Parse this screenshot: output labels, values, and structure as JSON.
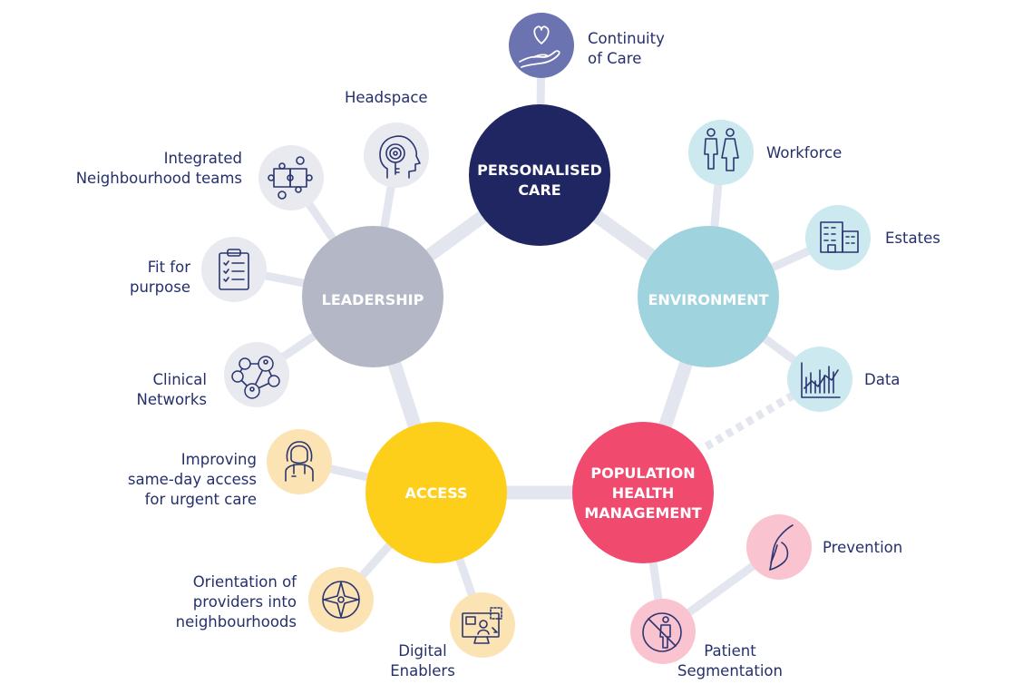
{
  "hubs": {
    "personalised_care": {
      "line1": "PERSONALISED",
      "line2": "CARE",
      "color": "#1f2661"
    },
    "leadership": {
      "label": "LEADERSHIP",
      "color": "#b4b8c6"
    },
    "environment": {
      "label": "ENVIRONMENT",
      "color": "#9fd4df"
    },
    "access": {
      "label": "ACCESS",
      "color": "#fdcf1b"
    },
    "population_health": {
      "line1": "POPULATION",
      "line2": "HEALTH",
      "line3": "MANAGEMENT",
      "color": "#f04a6f"
    }
  },
  "spokes": {
    "continuity_of_care": {
      "label": "Continuity\nof Care",
      "icon": "heart-hand-icon"
    },
    "headspace": {
      "label": "Headspace",
      "icon": "head-key-icon"
    },
    "integrated_teams": {
      "label": "Integrated\nNeighbourhood teams",
      "icon": "puzzle-icon"
    },
    "fit_for_purpose": {
      "label": "Fit for\npurpose",
      "icon": "clipboard-checklist-icon"
    },
    "clinical_networks": {
      "label": "Clinical\nNetworks",
      "icon": "network-people-icon"
    },
    "workforce": {
      "label": "Workforce",
      "icon": "people-icon"
    },
    "estates": {
      "label": "Estates",
      "icon": "buildings-icon"
    },
    "data": {
      "label": "Data",
      "icon": "chart-icon"
    },
    "same_day_access": {
      "label": "Improving\nsame-day access\nfor urgent care",
      "icon": "doctor-icon"
    },
    "orientation": {
      "label": "Orientation of\nproviders into\nneighbourhoods",
      "icon": "compass-icon"
    },
    "digital_enablers": {
      "label": "Digital\nEnablers",
      "icon": "computer-screen-icon"
    },
    "prevention": {
      "label": "Prevention",
      "icon": "protecting-hand-icon"
    },
    "patient_segmentation": {
      "label": "Patient\nSegmentation",
      "icon": "no-entry-person-icon"
    }
  },
  "colors": {
    "connector": "#e3e6ee",
    "grey_circle": "#e8eaf0",
    "yellow_circle": "#fbe3b4",
    "pink_circle": "#f9c4d0",
    "teal_circle": "#cbe9ef",
    "text": "#25306b"
  }
}
